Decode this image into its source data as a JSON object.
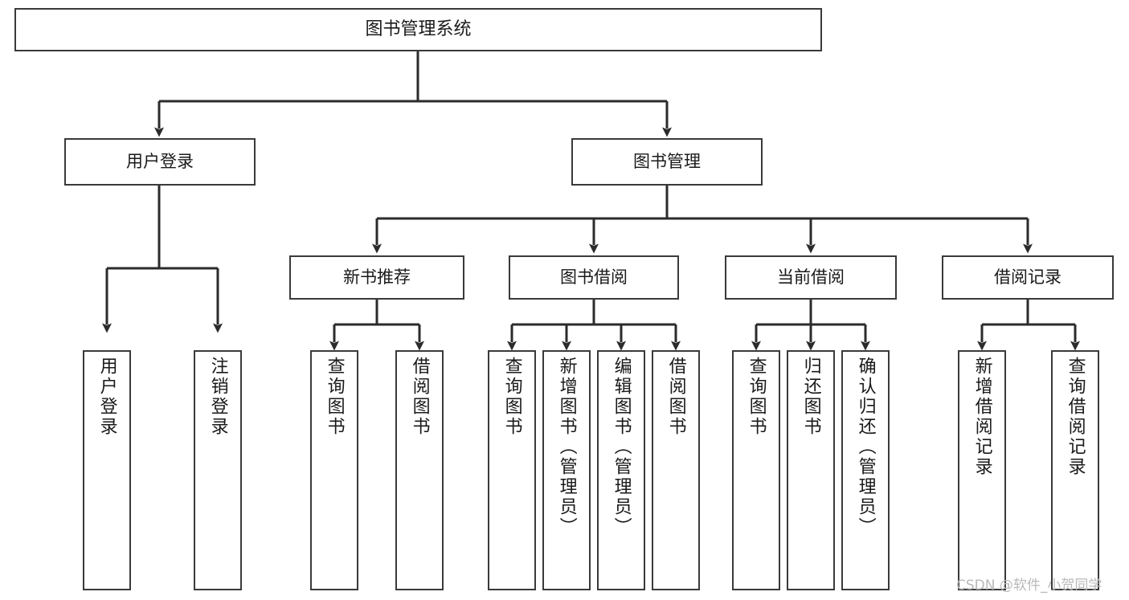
{
  "diagram": {
    "title": "图书管理系统",
    "type": "tree",
    "orientation": "top-down",
    "colors": {
      "background": "#ffffff",
      "node_border": "#3a3a3a",
      "node_fill": "#ffffff",
      "connector": "#2b2b2b",
      "text": "#1a1a1a",
      "watermark": "#b9b9b9"
    },
    "root": {
      "label": "图书管理系统"
    },
    "level2": [
      {
        "label": "用户登录"
      },
      {
        "label": "图书管理"
      }
    ],
    "level3": [
      {
        "label": "新书推荐"
      },
      {
        "label": "图书借阅"
      },
      {
        "label": "当前借阅"
      },
      {
        "label": "借阅记录"
      }
    ],
    "leaves": {
      "user_login": [
        {
          "label": "用户登录"
        },
        {
          "label": "注销登录"
        }
      ],
      "new_book_recommend": [
        {
          "label": "查询图书"
        },
        {
          "label": "借阅图书"
        }
      ],
      "book_borrow": [
        {
          "label": "查询图书"
        },
        {
          "label": "新增图书（管理员）"
        },
        {
          "label": "编辑图书（管理员）"
        },
        {
          "label": "借阅图书"
        }
      ],
      "current_borrow": [
        {
          "label": "查询图书"
        },
        {
          "label": "归还图书"
        },
        {
          "label": "确认归还（管理员）"
        }
      ],
      "borrow_record": [
        {
          "label": "新增借阅记录"
        },
        {
          "label": "查询借阅记录"
        }
      ]
    },
    "watermark": "CSDN @软件_小贺同学"
  }
}
